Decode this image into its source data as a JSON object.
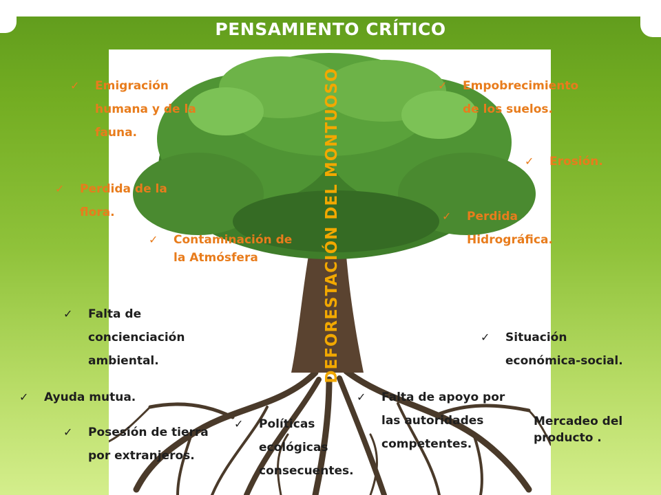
{
  "title": "PENSAMIENTO CRÍTICO",
  "center_label": "DEFORESTACIÓN DEL MONTUOSO",
  "check_icon": "✓",
  "effects": [
    {
      "text": "Emigración humana y de la fauna."
    },
    {
      "text": "Empobrecimiento de los suelos."
    },
    {
      "text": "Erosión."
    },
    {
      "text": "Perdida de la flora."
    },
    {
      "text": "Perdida Hidrográfica."
    },
    {
      "text": "Contaminación de la Atmósfera"
    }
  ],
  "causes": [
    {
      "text": "Falta de concienciación ambiental."
    },
    {
      "text": "Situación económica-social."
    },
    {
      "text": "Ayuda mutua."
    },
    {
      "text": "Falta de apoyo por las autoridades competentes."
    },
    {
      "text": "Posesión de tierra por extranjeros."
    },
    {
      "text": "Políticas ecológicas consecuentes."
    }
  ],
  "extra_cause": "Mercadeo del producto .",
  "colors": {
    "background_top": "#5e9a1c",
    "background_bottom": "#d4ee8c",
    "effects_text": "#e87c1c",
    "center_label": "#f2a800",
    "causes_text": "#1e1e1e",
    "title": "#ffffff"
  }
}
